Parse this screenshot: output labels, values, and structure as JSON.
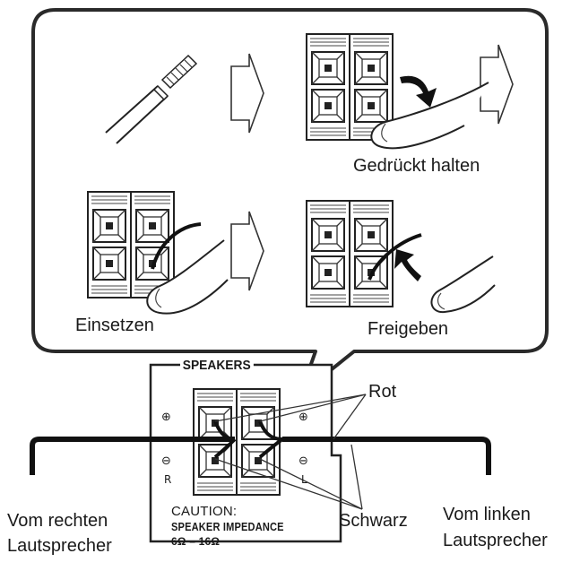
{
  "steps": {
    "hold": "Gedrückt halten",
    "insert": "Einsetzen",
    "release": "Freigeben"
  },
  "panel": {
    "title": "SPEAKERS",
    "plus": "⊕",
    "minus": "⊖",
    "right_marker": "R",
    "left_marker": "L",
    "caution_1": "CAUTION:",
    "caution_2": "SPEAKER IMPEDANCE",
    "caution_3": "6Ω – 16Ω"
  },
  "wires": {
    "red": "Rot",
    "black": "Schwarz"
  },
  "speakers": {
    "right_line1": "Vom rechten",
    "right_line2": "Lautsprecher",
    "left_line1": "Vom linken",
    "left_line2": "Lautsprecher"
  }
}
